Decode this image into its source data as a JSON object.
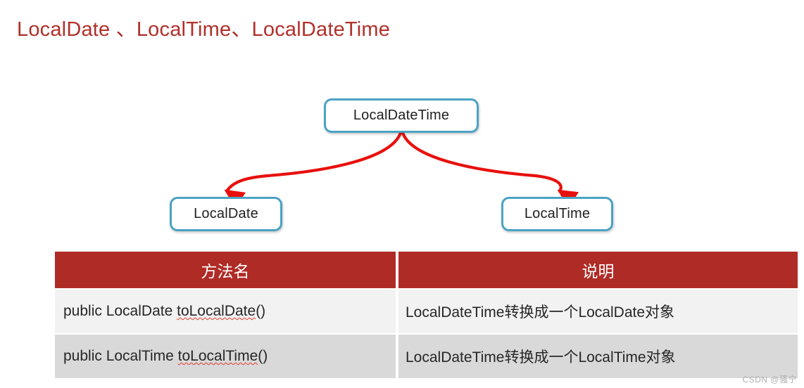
{
  "slide": {
    "title": "LocalDate 、LocalTime、LocalDateTime",
    "title_color": "#B0302A",
    "background": "#FFFFFF"
  },
  "diagram": {
    "type": "hierarchy",
    "node_border_color": "#4BA3C3",
    "arrow_color": "#E8100C",
    "nodes": [
      {
        "id": "localdatetime",
        "label": "LocalDateTime",
        "level": "parent"
      },
      {
        "id": "localdate",
        "label": "LocalDate",
        "level": "child"
      },
      {
        "id": "localtime",
        "label": "LocalTime",
        "level": "child"
      }
    ],
    "edges": [
      {
        "from": "localdatetime",
        "to": "localdate"
      },
      {
        "from": "localdatetime",
        "to": "localtime"
      }
    ]
  },
  "table": {
    "header_bg": "#AF2B26",
    "header_text_color": "#FFFFFF",
    "row_bg_odd": "#F2F2F2",
    "row_bg_even": "#D9D9D9",
    "columns": [
      "方法名",
      "说明"
    ],
    "rows": [
      {
        "method_prefix": "public LocalDate ",
        "method_name": "toLocalDate",
        "method_suffix": "()",
        "description": "LocalDateTime转换成一个LocalDate对象"
      },
      {
        "method_prefix": "public LocalTime ",
        "method_name": "toLocalTime",
        "method_suffix": "()",
        "description": "LocalDateTime转换成一个LocalTime对象"
      }
    ]
  },
  "watermark": {
    "text": "CSDN @骚宁"
  }
}
